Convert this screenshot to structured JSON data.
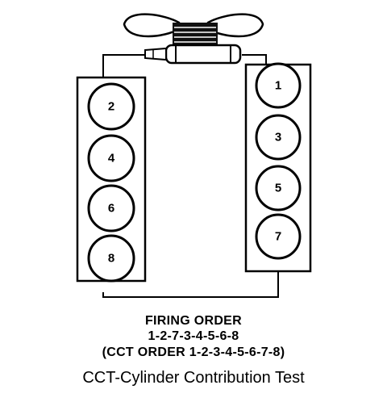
{
  "diagram": {
    "left_bank": [
      "2",
      "4",
      "6",
      "8"
    ],
    "right_bank": [
      "1",
      "3",
      "5",
      "7"
    ]
  },
  "caption": {
    "heading": "FIRING ORDER",
    "order": "1-2-7-3-4-5-6-8",
    "cct_order": "(CCT ORDER 1-2-3-4-5-6-7-8)",
    "legend": "CCT-Cylinder Contribution Test"
  }
}
